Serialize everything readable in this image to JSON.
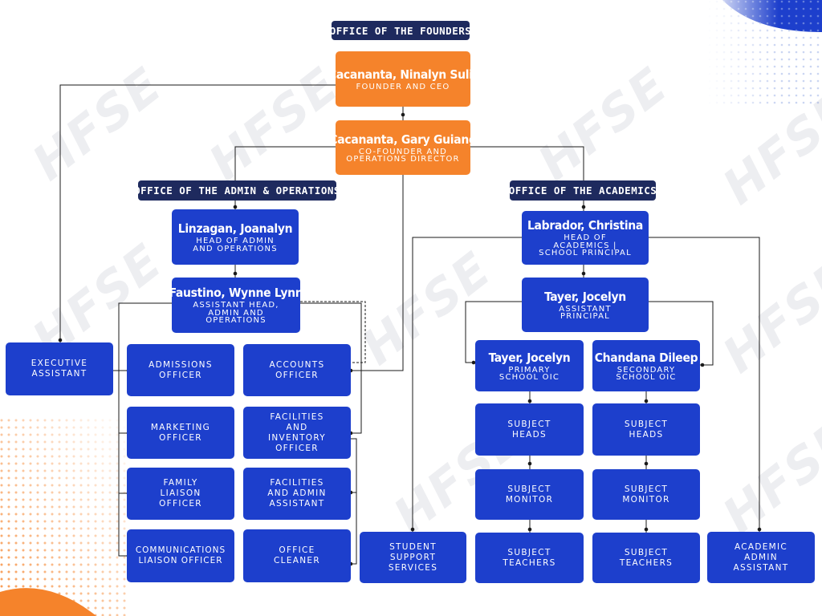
{
  "colors": {
    "navy": "#1e2a5e",
    "blue": "#1d3fcc",
    "orange": "#f5832b",
    "line": "#1a1a1a"
  },
  "watermark": "HFSE",
  "sections": {
    "founders": "OFFICE OF THE FOUNDERS",
    "admin_ops": "OFFICE OF THE ADMIN & OPERATIONS",
    "academics": "OFFICE OF THE ACADEMICS"
  },
  "founders": {
    "ceo": {
      "name": "Cacananta, Ninalyn Sulit",
      "role": "FOUNDER AND CEO"
    },
    "cofounder": {
      "name": "Cacananta, Gary Guiang",
      "role": "CO-FOUNDER AND\nOPERATIONS DIRECTOR"
    }
  },
  "admin": {
    "head": {
      "name": "Linzagan, Joanalyn",
      "role": "HEAD OF ADMIN\nAND OPERATIONS"
    },
    "asst_head": {
      "name": "Faustino, Wynne Lynn",
      "role": "ASSISTANT HEAD,\nADMIN AND\nOPERATIONS"
    },
    "executive_assistant": "EXECUTIVE\nASSISTANT",
    "admissions": "ADMISSIONS\nOFFICER",
    "accounts": "ACCOUNTS\nOFFICER",
    "marketing": "MARKETING\nOFFICER",
    "facilities_inventory": "FACILITIES\nAND\nINVENTORY\nOFFICER",
    "family_liaison": "FAMILY\nLIAISON\nOFFICER",
    "facilities_admin": "FACILITIES\nAND ADMIN\nASSISTANT",
    "communications": "COMMUNICATIONS\nLIAISON OFFICER",
    "office_cleaner": "OFFICE\nCLEANER"
  },
  "academics": {
    "head": {
      "name": "Labrador, Christina",
      "role": "HEAD OF\nACADEMICS |\nSCHOOL PRINCIPAL"
    },
    "asst_principal": {
      "name": "Tayer, Jocelyn",
      "role": "ASSISTANT\nPRINCIPAL"
    },
    "primary_oic": {
      "name": "Tayer, Jocelyn",
      "role": "PRIMARY\nSCHOOL OIC"
    },
    "secondary_oic": {
      "name": "Chandana Dileep",
      "role": "SECONDARY\nSCHOOL OIC"
    },
    "primary_subject_heads": "SUBJECT\nHEADS",
    "secondary_subject_heads": "SUBJECT\nHEADS",
    "primary_subject_monitor": "SUBJECT\nMONITOR",
    "secondary_subject_monitor": "SUBJECT\nMONITOR",
    "primary_subject_teachers": "SUBJECT\nTEACHERS",
    "secondary_subject_teachers": "SUBJECT\nTEACHERS",
    "student_support": "STUDENT\nSUPPORT\nSERVICES",
    "academic_admin": "ACADEMIC\nADMIN\nASSISTANT"
  }
}
